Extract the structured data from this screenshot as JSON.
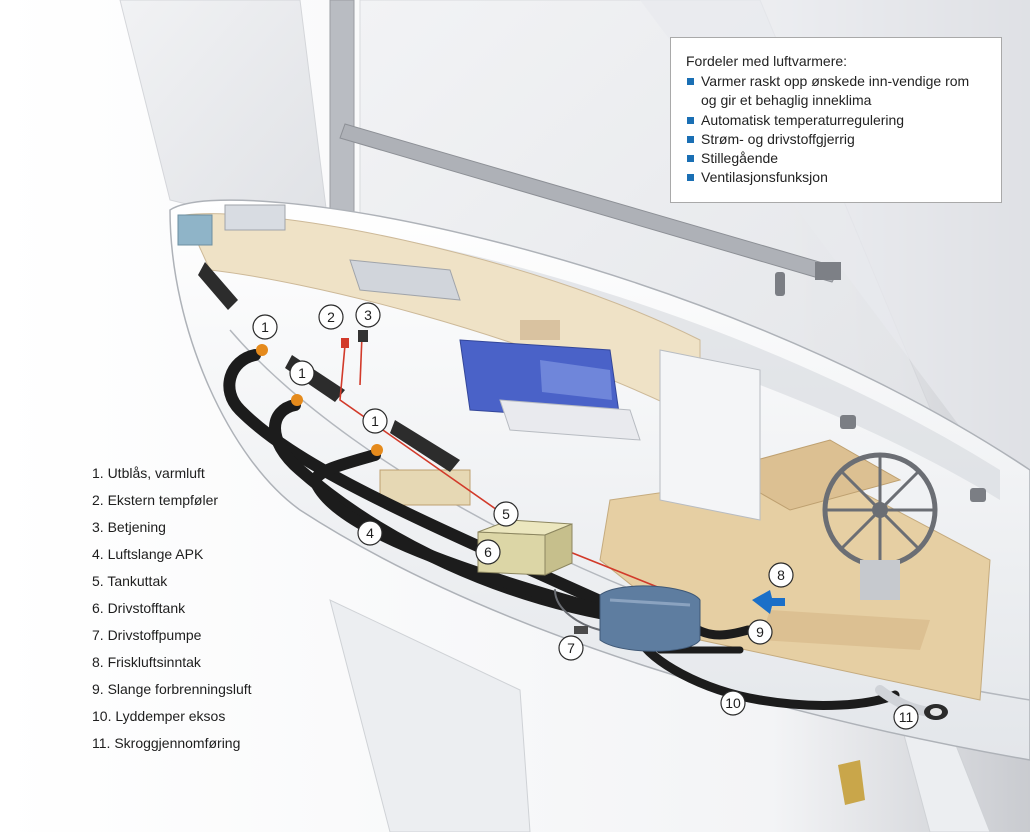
{
  "benefits": {
    "title": "Fordeler med luftvarmere:",
    "items": [
      "Varmer raskt opp ønskede inn-vendige rom og gir et behaglig inneklima",
      "Automatisk temperaturregulering",
      "Strøm- og drivstoffgjerrig",
      "Stillegående",
      "Ventilasjonsfunksjon"
    ]
  },
  "legend": [
    "1. Utblås, varmluft",
    "2. Ekstern tempføler",
    "3. Betjening",
    "4. Luftslange APK",
    "5. Tankuttak",
    "6. Drivstofftank",
    "7. Drivstoffpumpe",
    "8. Friskluftsinntak",
    "9. Slange forbrenningsluft",
    "10. Lyddemper eksos",
    "11. Skroggjennomføring"
  ],
  "callouts": [
    "1",
    "1",
    "1",
    "2",
    "3",
    "4",
    "5",
    "6",
    "7",
    "8",
    "9",
    "10",
    "11"
  ],
  "colors": {
    "bullet": "#1a6fb4",
    "hose": "#1c1c1c",
    "wire": "#d23a2a",
    "heater": "#5e7da0",
    "fuel_tank": "#dcd6a6",
    "deck": "#e6cfa3",
    "hull": "#f4f5f7"
  }
}
